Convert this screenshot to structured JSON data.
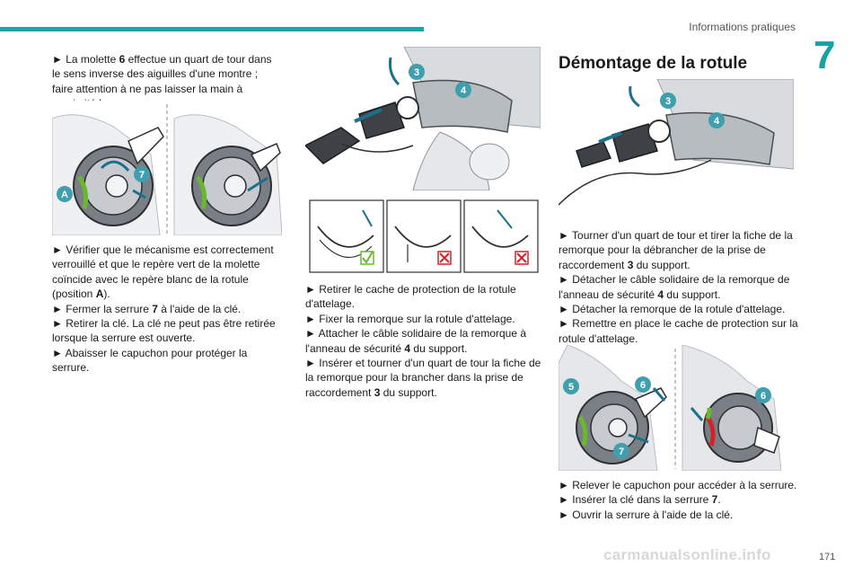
{
  "header": {
    "title": "Informations pratiques",
    "chapter": "7"
  },
  "col1": {
    "p1": {
      "arrow": "►",
      "pre": "La molette ",
      "bold": "6",
      "post": " effectue un quart de tour dans le sens inverse des aiguilles d'une montre ; faire attention à ne pas laisser la main à proximité !"
    },
    "p2": {
      "arrow": "►",
      "pre": "Vérifier que le mécanisme est correctement verrouillé et que le repère vert de la molette coïncide avec le repère blanc de la rotule (position ",
      "bold": "A",
      "post": ")."
    },
    "p3": {
      "arrow": "►",
      "pre": "Fermer la serrure ",
      "bold": "7",
      "post": " à l'aide de la clé."
    },
    "p4": {
      "arrow": "►",
      "text": "Retirer la clé. La clé ne peut pas être retirée lorsque la serrure est ouverte."
    },
    "p5": {
      "arrow": "►",
      "text": "Abaisser le capuchon pour protéger la serrure."
    },
    "figure_labels": {
      "a": "A",
      "seven": "7"
    }
  },
  "col2": {
    "figure_labels": {
      "three": "3",
      "four": "4"
    },
    "p1": {
      "arrow": "►",
      "text": "Retirer le cache de protection de la rotule d'attelage."
    },
    "p2": {
      "arrow": "►",
      "text": "Fixer la remorque sur la rotule d'attelage."
    },
    "p3": {
      "arrow": "►",
      "pre": "Attacher le câble solidaire de la remorque à l'anneau de sécurité ",
      "bold": "4",
      "post": " du support."
    },
    "p4": {
      "arrow": "►",
      "pre": "Insérer et tourner d'un quart de tour la fiche de la remorque pour la brancher dans la prise de raccordement ",
      "bold": "3",
      "post": " du support."
    }
  },
  "col3": {
    "title": "Démontage de la rotule",
    "figure_labels": {
      "three": "3",
      "four": "4",
      "five": "5",
      "six": "6",
      "seven": "7",
      "six_b": "6"
    },
    "p1": {
      "arrow": "►",
      "pre": "Tourner d'un quart de tour et tirer la fiche de la remorque pour la débrancher de la prise de raccordement ",
      "bold": "3",
      "post": " du support."
    },
    "p2": {
      "arrow": "►",
      "pre": "Détacher le câble solidaire de la remorque de l'anneau de sécurité ",
      "bold": "4",
      "post": " du support."
    },
    "p3": {
      "arrow": "►",
      "text": "Détacher la remorque de la rotule d'attelage."
    },
    "p4": {
      "arrow": "►",
      "text": "Remettre en place le cache de protection sur la rotule d'attelage."
    },
    "p5": {
      "arrow": "►",
      "text": "Relever le capuchon pour accéder à la serrure."
    },
    "p6": {
      "arrow": "►",
      "pre": "Insérer la clé dans la serrure ",
      "bold": "7",
      "post": "."
    },
    "p7": {
      "arrow": "►",
      "text": "Ouvrir la serrure à l'aide de la clé."
    }
  },
  "footer": {
    "page_number": "171",
    "watermark": "carmanualsonline.info"
  },
  "colors": {
    "accent": "#1aa5a8",
    "label_teal": "#3f9fae",
    "check_green": "#6ab82e",
    "cross_red": "#d2232a"
  }
}
